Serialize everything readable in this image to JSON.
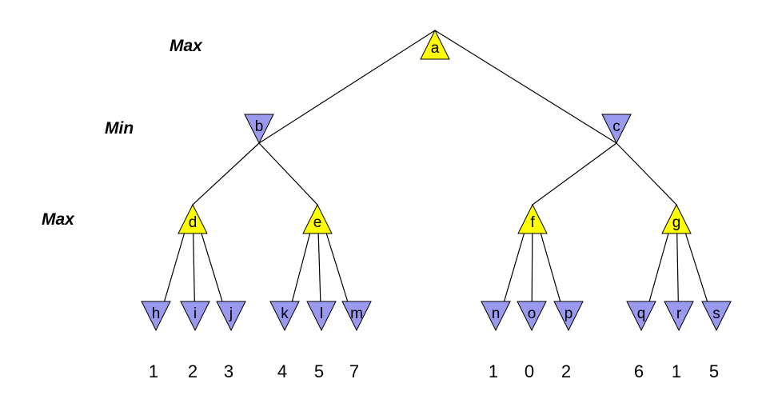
{
  "colors": {
    "max_fill": "#ffff00",
    "min_fill": "#9999ee",
    "edge": "#000000"
  },
  "level_labels": [
    "Max",
    "Min",
    "Max"
  ],
  "nodes": [
    {
      "id": "a",
      "label": "a",
      "type": "max"
    },
    {
      "id": "b",
      "label": "b",
      "type": "min"
    },
    {
      "id": "c",
      "label": "c",
      "type": "min"
    },
    {
      "id": "d",
      "label": "d",
      "type": "max"
    },
    {
      "id": "e",
      "label": "e",
      "type": "max"
    },
    {
      "id": "f",
      "label": "f",
      "type": "max"
    },
    {
      "id": "g",
      "label": "g",
      "type": "max"
    },
    {
      "id": "h",
      "label": "h",
      "type": "min",
      "value": "1"
    },
    {
      "id": "i",
      "label": "i",
      "type": "min",
      "value": "2"
    },
    {
      "id": "j",
      "label": "j",
      "type": "min",
      "value": "3"
    },
    {
      "id": "k",
      "label": "k",
      "type": "min",
      "value": "4"
    },
    {
      "id": "l",
      "label": "l",
      "type": "min",
      "value": "5"
    },
    {
      "id": "m",
      "label": "m",
      "type": "min",
      "value": "7"
    },
    {
      "id": "n",
      "label": "n",
      "type": "min",
      "value": "1"
    },
    {
      "id": "o",
      "label": "o",
      "type": "min",
      "value": "0"
    },
    {
      "id": "p",
      "label": "p",
      "type": "min",
      "value": "2"
    },
    {
      "id": "q",
      "label": "q",
      "type": "min",
      "value": "6"
    },
    {
      "id": "r",
      "label": "r",
      "type": "min",
      "value": "1"
    },
    {
      "id": "s",
      "label": "s",
      "type": "min",
      "value": "5"
    }
  ],
  "edges": [
    [
      "a",
      "b"
    ],
    [
      "a",
      "c"
    ],
    [
      "b",
      "d"
    ],
    [
      "b",
      "e"
    ],
    [
      "c",
      "f"
    ],
    [
      "c",
      "g"
    ],
    [
      "d",
      "h"
    ],
    [
      "d",
      "i"
    ],
    [
      "d",
      "j"
    ],
    [
      "e",
      "k"
    ],
    [
      "e",
      "l"
    ],
    [
      "e",
      "m"
    ],
    [
      "f",
      "n"
    ],
    [
      "f",
      "o"
    ],
    [
      "f",
      "p"
    ],
    [
      "g",
      "q"
    ],
    [
      "g",
      "r"
    ],
    [
      "g",
      "s"
    ]
  ]
}
